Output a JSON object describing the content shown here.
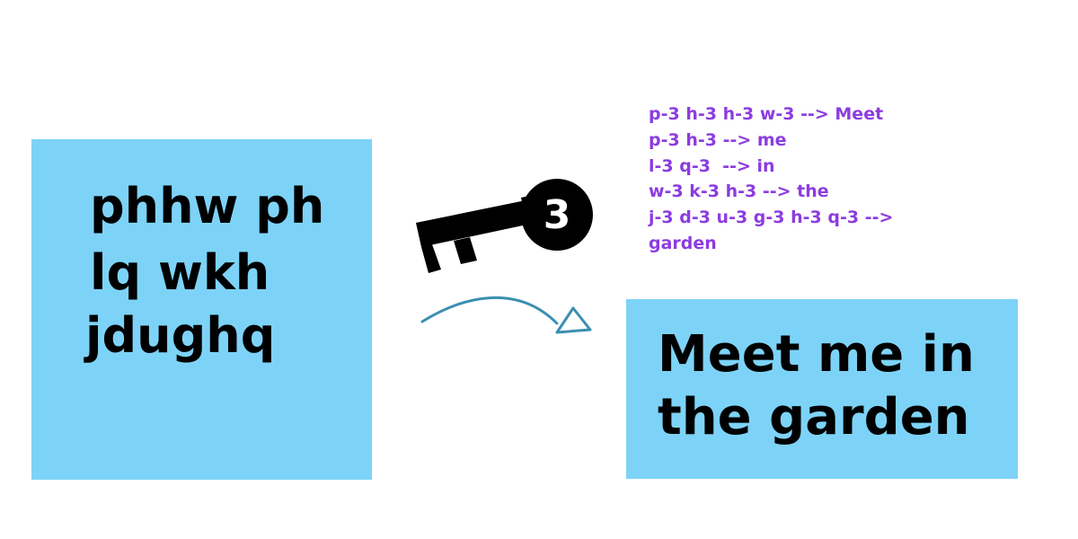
{
  "ciphertext": {
    "lines": [
      "phhw ph",
      "lq wkh",
      "jdughq"
    ]
  },
  "key": {
    "shift": "3"
  },
  "mapping": {
    "lines": [
      "p-3 h-3 h-3 w-3 --> Meet",
      "p-3 h-3 --> me",
      "l-3 q-3  --> in",
      "w-3 k-3 h-3 --> the",
      "j-3 d-3 u-3 g-3 h-3 q-3 -->",
      "garden"
    ]
  },
  "plaintext": {
    "lines": [
      "Meet me in",
      "the garden"
    ]
  },
  "colors": {
    "box": "#7dd3f7",
    "mapping_text": "#8c3ce0",
    "arrow": "#3a8fb0",
    "key": "#000000"
  },
  "icons": {
    "key": "key-icon",
    "arrow": "curved-arrow-icon"
  }
}
